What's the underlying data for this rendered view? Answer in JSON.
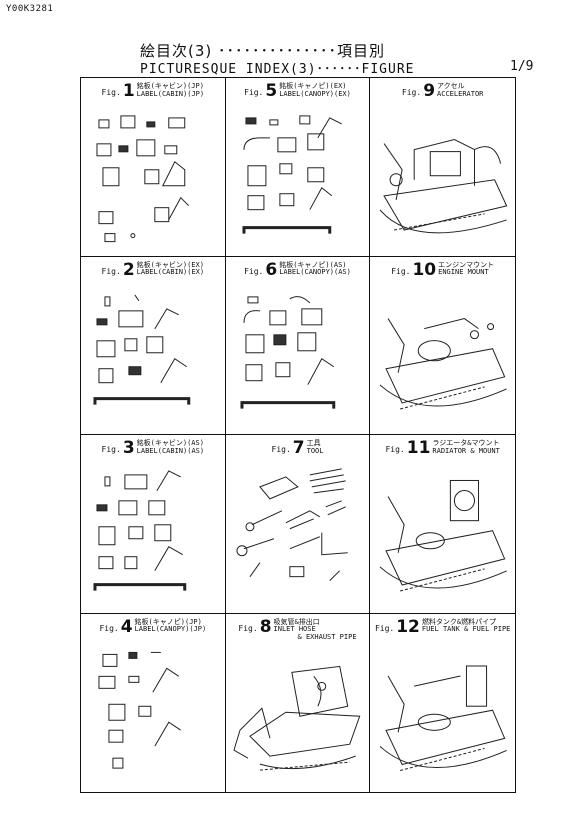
{
  "doc_id": "Y00K3281",
  "header": {
    "title_jp": "絵目次(3) ･･････････････項目別",
    "title_en": "PICTURESQUE INDEX(3)･･････FIGURE",
    "page": "1/9"
  },
  "figures": [
    {
      "prefix": "Fig.",
      "num": "1",
      "jp": "銘板(キャビン)(JP)",
      "en": "LABEL(CABIN)(JP)",
      "en2": ""
    },
    {
      "prefix": "Fig.",
      "num": "5",
      "jp": "銘板(キャノピ)(EX)",
      "en": "LABEL(CANOPY)(EX)",
      "en2": ""
    },
    {
      "prefix": "Fig.",
      "num": "9",
      "jp": "アクセル",
      "en": "ACCELERATOR",
      "en2": ""
    },
    {
      "prefix": "Fig.",
      "num": "2",
      "jp": "銘板(キャビン)(EX)",
      "en": "LABEL(CABIN)(EX)",
      "en2": ""
    },
    {
      "prefix": "Fig.",
      "num": "6",
      "jp": "銘板(キャノピ)(AS)",
      "en": "LABEL(CANOPY)(AS)",
      "en2": ""
    },
    {
      "prefix": "Fig.",
      "num": "10",
      "jp": "エンジンマウント",
      "en": "ENGINE MOUNT",
      "en2": ""
    },
    {
      "prefix": "Fig.",
      "num": "3",
      "jp": "銘板(キャビン)(AS)",
      "en": "LABEL(CABIN)(AS)",
      "en2": ""
    },
    {
      "prefix": "Fig.",
      "num": "7",
      "jp": "工具",
      "en": "TOOL",
      "en2": ""
    },
    {
      "prefix": "Fig.",
      "num": "11",
      "jp": "ラジエータ&マウント",
      "en": "RADIATOR & MOUNT",
      "en2": ""
    },
    {
      "prefix": "Fig.",
      "num": "4",
      "jp": "銘板(キャノピ)(JP)",
      "en": "LABEL(CANOPY)(JP)",
      "en2": ""
    },
    {
      "prefix": "Fig.",
      "num": "8",
      "jp": "吸気管&排出口",
      "en": "INLET HOSE",
      "en2": "& EXHAUST PIPE"
    },
    {
      "prefix": "Fig.",
      "num": "12",
      "jp": "燃料タンク&燃料パイプ",
      "en": "FUEL TANK & FUEL PIPE",
      "en2": ""
    }
  ]
}
